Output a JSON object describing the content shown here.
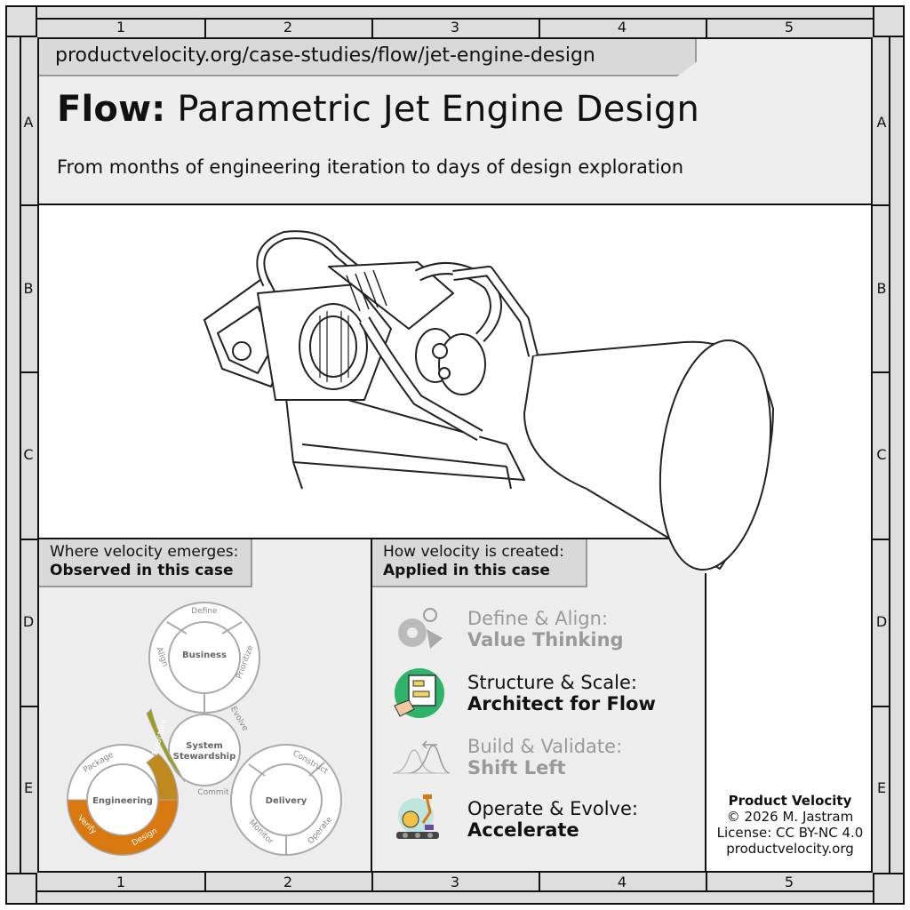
{
  "url": "productvelocity.org/case-studies/flow/jet-engine-design",
  "title": {
    "bold": "Flow:",
    "rest": "Parametric Jet Engine Design"
  },
  "subtitle": "From months of engineering iteration to days of design exploration",
  "grid": {
    "columns": [
      "1",
      "2",
      "3",
      "4",
      "5"
    ],
    "rows": [
      "A",
      "B",
      "C",
      "D",
      "E"
    ]
  },
  "observed": {
    "label": "Where velocity emerges:",
    "bold": "Observed in this case"
  },
  "applied": {
    "label": "How velocity is created:",
    "bold": "Applied in this case"
  },
  "cycle": {
    "hubs": [
      "Business",
      "System Stewardship",
      "Engineering",
      "Delivery"
    ],
    "business_segments": [
      "Define",
      "Prioritize",
      "Align"
    ],
    "center_segments": [
      "Evolve",
      "Structure",
      "Commit"
    ],
    "engineering_segments": [
      "Package",
      "Verify",
      "Design"
    ],
    "delivery_segments": [
      "Construct",
      "Operate",
      "Monitor"
    ],
    "highlight_colors": {
      "structure": "#9aa016",
      "engineering": "#d9780e"
    }
  },
  "practices": [
    {
      "icon": "value-thinking-icon",
      "label": "Define & Align:",
      "bold": "Value Thinking",
      "active": false
    },
    {
      "icon": "architect-for-flow-icon",
      "label": "Structure & Scale:",
      "bold": "Architect for Flow",
      "active": true
    },
    {
      "icon": "shift-left-icon",
      "label": "Build & Validate:",
      "bold": "Shift Left",
      "active": false
    },
    {
      "icon": "accelerate-icon",
      "label": "Operate & Evolve:",
      "bold": "Accelerate",
      "active": true
    }
  ],
  "credits": {
    "name": "Product Velocity",
    "copyright": "© 2026 M. Jastram",
    "license": "License: CC BY-NC 4.0",
    "site": "productvelocity.org"
  }
}
